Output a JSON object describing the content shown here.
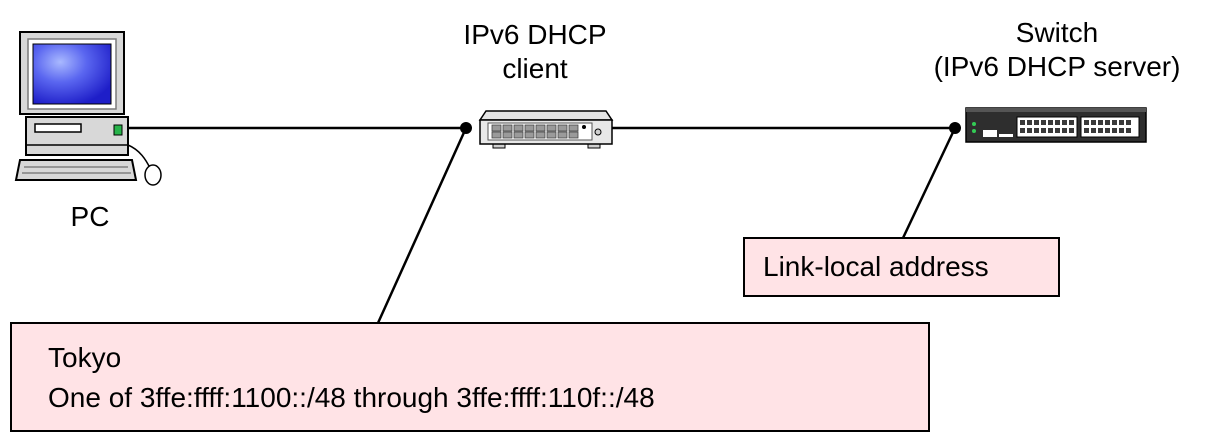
{
  "nodes": {
    "pc": {
      "label": "PC"
    },
    "client": {
      "label_line1": "IPv6 DHCP",
      "label_line2": "client"
    },
    "server": {
      "label_line1": "Switch",
      "label_line2": "(IPv6 DHCP server)"
    }
  },
  "callouts": {
    "link_local": {
      "text": "Link-local address"
    },
    "prefix": {
      "line1": "Tokyo",
      "line2": "One of 3ffe:ffff:1100::/48 through 3ffe:ffff:110f::/48"
    }
  },
  "colors": {
    "callout_fill": "#ffe3e6",
    "line": "#000000",
    "monitor_screen": "#3a3ae0"
  }
}
